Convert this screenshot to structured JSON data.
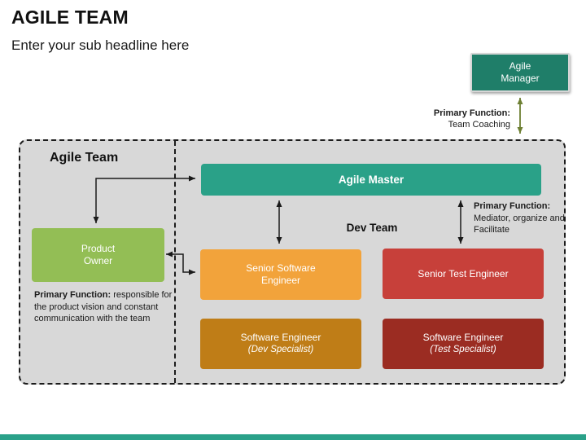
{
  "header": {
    "title": "AGILE TEAM",
    "subtitle": "Enter your sub headline here"
  },
  "manager": {
    "line1": "Agile",
    "line2": "Manager",
    "function_label": "Primary Function:",
    "function_text": "Team Coaching"
  },
  "team": {
    "label": "Agile Team",
    "master_label": "Agile Master",
    "dev_team_label": "Dev Team",
    "master_function": {
      "label": "Primary Function:",
      "text": "Mediator, organize and Facilitate"
    },
    "product_owner": {
      "line1": "Product",
      "line2": "Owner",
      "function_label": "Primary Function:",
      "function_text": "responsible for the product vision and constant communication with the team"
    },
    "roles": [
      {
        "id": "senior-software-engineer",
        "line1": "Senior Software",
        "line2": "Engineer"
      },
      {
        "id": "senior-test-engineer",
        "line1": "Senior Test Engineer",
        "line2": ""
      },
      {
        "id": "software-engineer-dev-specialist",
        "line1": "Software Engineer",
        "line2": "(Dev Specialist)"
      },
      {
        "id": "software-engineer-test-specialist",
        "line1": "Software Engineer",
        "line2": "(Test Specialist)"
      }
    ]
  },
  "colors": {
    "manager_box": "#1f7e69",
    "master_box": "#2aa188",
    "product_owner_box": "#93be55",
    "senior_software_box": "#f2a33b",
    "senior_test_box": "#c7403a",
    "software_dev_box": "#bf7d17",
    "software_test_box": "#9b2c22",
    "panel_background": "#d8d8d8",
    "bottom_bar": "#2aa189",
    "connector_black": "#1a1a1a",
    "connector_olive": "#6d7f33"
  },
  "icons": {
    "manager_connector": "double-arrow-vertical",
    "master_dev_connector": "double-arrow-vertical",
    "po_elbow_connector": "elbow-arrow",
    "po_dev_connector": "z-arrow"
  }
}
